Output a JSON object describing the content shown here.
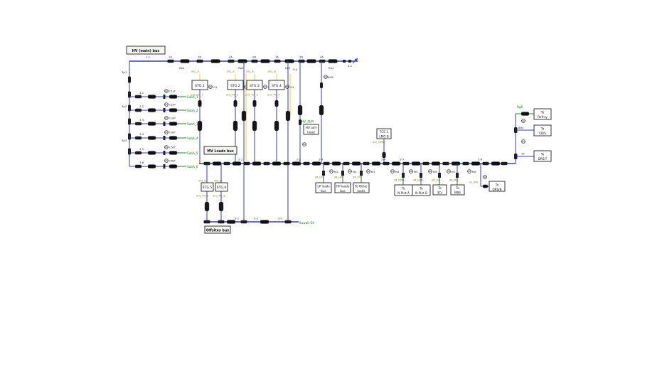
{
  "buses": {
    "hv_label": "HV (main) bus",
    "mv_label": "MV Loads bus",
    "offsites_label": "Offsites bus",
    "export_label": "Kuwait Oil"
  },
  "colors": {
    "wire": "#3a3ab8",
    "signal": "#d8d820",
    "feeder": "#1d8a1d"
  },
  "top_bus_tags": [
    "1-1",
    "1A",
    "1B",
    "2A",
    "2B",
    "3A",
    "3B",
    "4A"
  ],
  "top_bus_rp": [
    "Rp1",
    "Rp2",
    "Rp3",
    "Rp4"
  ],
  "end_tag": "4-1",
  "left_col_tags": [
    "3p1",
    "3p2",
    "3p3"
  ],
  "col_tags": [
    "9-4",
    "6H8"
  ],
  "left_feeders": [
    {
      "tag": "3-1",
      "meter": "C1/P",
      "sub": "SubA_1"
    },
    {
      "tag": "3-2",
      "meter": "C2/P",
      "sub": "SubA_2"
    },
    {
      "tag": "3-3",
      "meter": "C3/P",
      "sub": "SubA_3"
    },
    {
      "tag": "3-4",
      "meter": "C4/P",
      "sub": "SubA_4"
    },
    {
      "tag": "3-5",
      "meter": "C5/P",
      "sub": "SubA_5"
    },
    {
      "tag": "3-6",
      "meter": "C6/P",
      "sub": "SubA_6"
    }
  ],
  "generators": [
    {
      "name": "STG.1",
      "sig": "\\PG_1\\",
      "sub": "ano_PG_1",
      "g": "G1"
    },
    {
      "name": "STG.2",
      "sig": "\\PG_2\\",
      "sub": "ano_PG_2",
      "g": "G2"
    },
    {
      "name": "STG.3",
      "sig": "\\PG_3\\",
      "sub": "ano_PG_3",
      "g": "G3"
    },
    {
      "name": "STG.4",
      "sig": "\\PG_4\\",
      "sub": "ano_PG_4",
      "g": "G4"
    },
    {
      "name": "STG.5",
      "sig": "\\PG_5\\",
      "sub": "ano_PG_5",
      "g": "G5"
    },
    {
      "name": "STG.6",
      "sig": "\\PG_6\\",
      "sub": "ano_PG_6",
      "g": "G6"
    }
  ],
  "hv_alarm": {
    "tag": "HV_ALM",
    "line1": "HV alm",
    "line2": "head"
  },
  "tcs": {
    "line1": "TCS 1",
    "line2": "LMG B",
    "sig": "\\LD_LMG\\"
  },
  "mv_tags": [
    "2-1",
    "2-2",
    "2-3",
    "2-4",
    "2-5",
    "2-6"
  ],
  "mv_meters": [
    "M1",
    "M2",
    "M3",
    "M4",
    "M5",
    "M6",
    "M7",
    "M8"
  ],
  "load_boxes": [
    {
      "sig": "\\M_LP\\",
      "line1": "LP loads",
      "line2": "bus"
    },
    {
      "sig": "\\M_HP\\",
      "line1": "HP loads",
      "line2": "bus"
    },
    {
      "sig": "\\M_OT\\",
      "line1": "To Other",
      "line2": "loads"
    },
    {
      "sig": "\\M_NPA\\",
      "line1": "To",
      "line2": "N.Plnt A"
    },
    {
      "sig": "\\M_NPB\\",
      "line1": "To",
      "line2": "N.Plnt B"
    },
    {
      "sig": "\\M_3C\\",
      "line1": "To",
      "line2": "3Cs"
    },
    {
      "sig": "\\M_MS\\",
      "line1": "To",
      "line2": "MSS"
    },
    {
      "sig": "\\G_DR\\",
      "line1": "To",
      "line2": "DRS/B"
    }
  ],
  "right_feeders": {
    "rg_tag": "Rg0",
    "tags": [
      "8H4",
      "TP"
    ],
    "boxes": [
      {
        "line1": "To",
        "line2": "Refnry"
      },
      {
        "line1": "To",
        "line2": "CB/S"
      },
      {
        "line1": "To",
        "line2": "DRS/T"
      }
    ]
  },
  "offsites_tags": [
    "2-1",
    "2-2",
    "2-3"
  ]
}
